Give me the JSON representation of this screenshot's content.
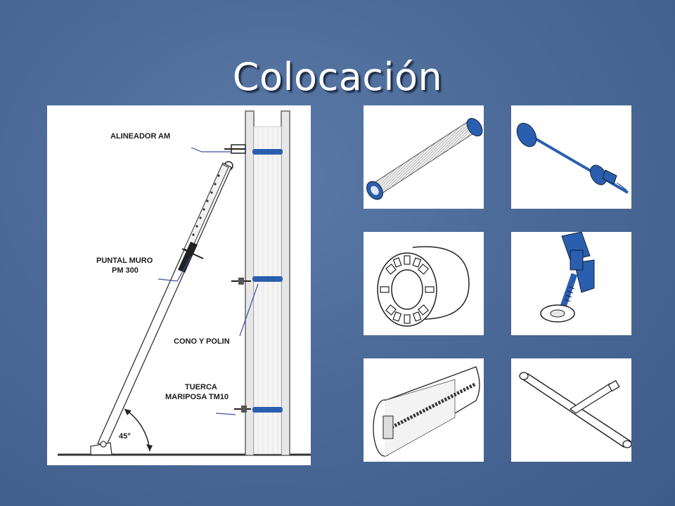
{
  "slide": {
    "title": "Colocación"
  },
  "diagram": {
    "labels": {
      "alineador": "ALINEADOR AM",
      "puntal_1": "PUNTAL MURO",
      "puntal_2": "PM 300",
      "cono": "CONO Y POLIN",
      "tuerca_1": "TUERCA",
      "tuerca_2": "MARIPOSA TM10",
      "angle": "45°"
    },
    "colors": {
      "accent": "#2a5fb0",
      "background": "#4d6c9a",
      "panel": "#ffffff"
    }
  },
  "parts": [
    {
      "icon": "tube-spacer-icon"
    },
    {
      "icon": "tie-rod-with-cones-icon"
    },
    {
      "icon": "cone-washer-icon"
    },
    {
      "icon": "wing-nut-icon"
    },
    {
      "icon": "cone-cutaway-icon"
    },
    {
      "icon": "t-wrench-icon"
    }
  ]
}
